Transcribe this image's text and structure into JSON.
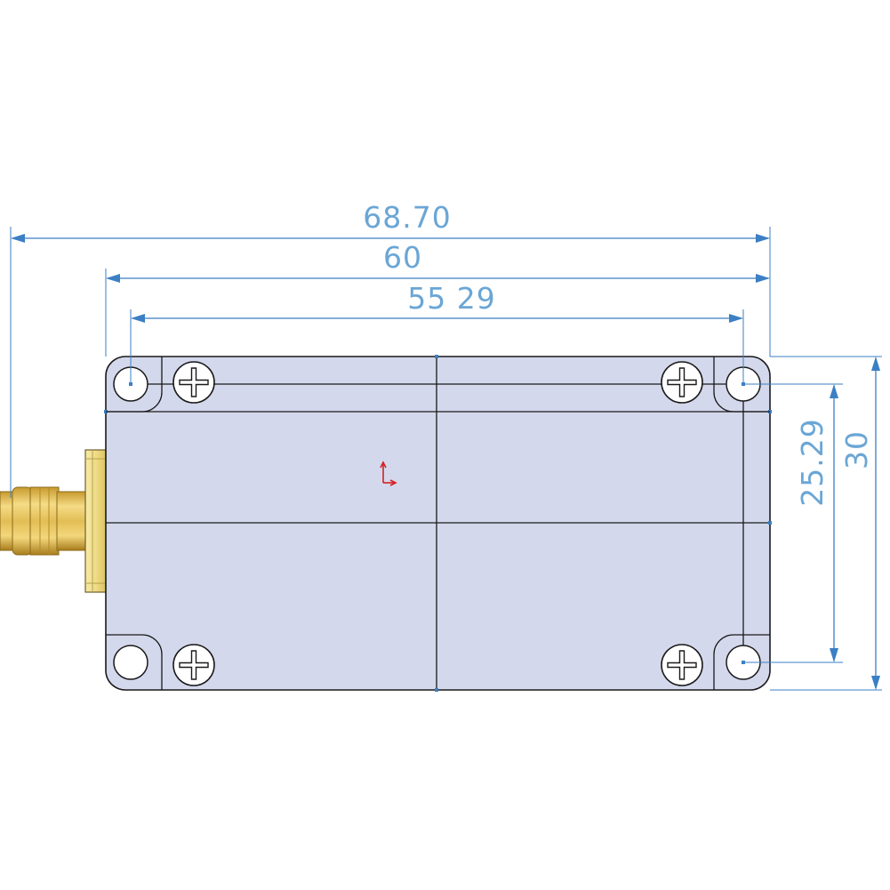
{
  "dimensions": {
    "overall_length": "68.70",
    "body_length": "60",
    "hole_spacing_x": "55 29",
    "hole_spacing_y": "25.29",
    "body_height": "30"
  },
  "colors": {
    "dimension": "#3b7fc4",
    "dimension_text": "#6aa6d6",
    "body_fill": "#d4d8ec",
    "outline": "#1a1a1a",
    "connector_gold": "#d4b24a",
    "flange_yellow": "#f0e08a",
    "origin_marker": "#d42020"
  },
  "icons": {
    "screw": "phillips-screw-icon",
    "origin": "coordinate-origin-icon"
  }
}
